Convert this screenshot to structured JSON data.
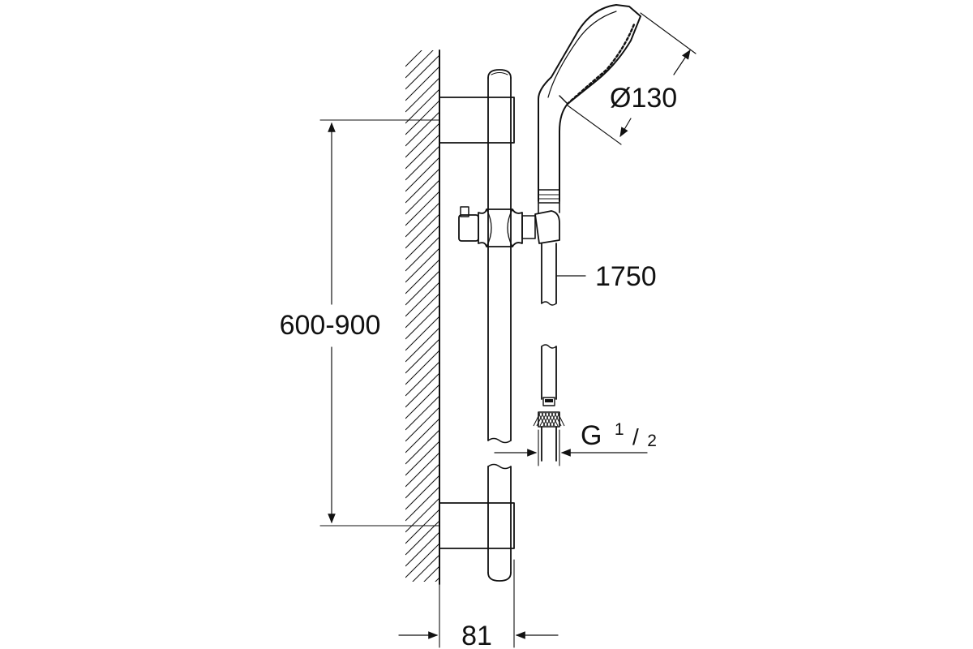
{
  "dimensions": {
    "height_range": "600-900",
    "rail_depth": "81",
    "hose_length": "1750",
    "head_diameter": "Ø130",
    "thread": {
      "prefix": "G",
      "numerator": "1",
      "slash": "/",
      "denominator": "2"
    }
  },
  "colors": {
    "line": "#111111",
    "background": "#ffffff"
  }
}
